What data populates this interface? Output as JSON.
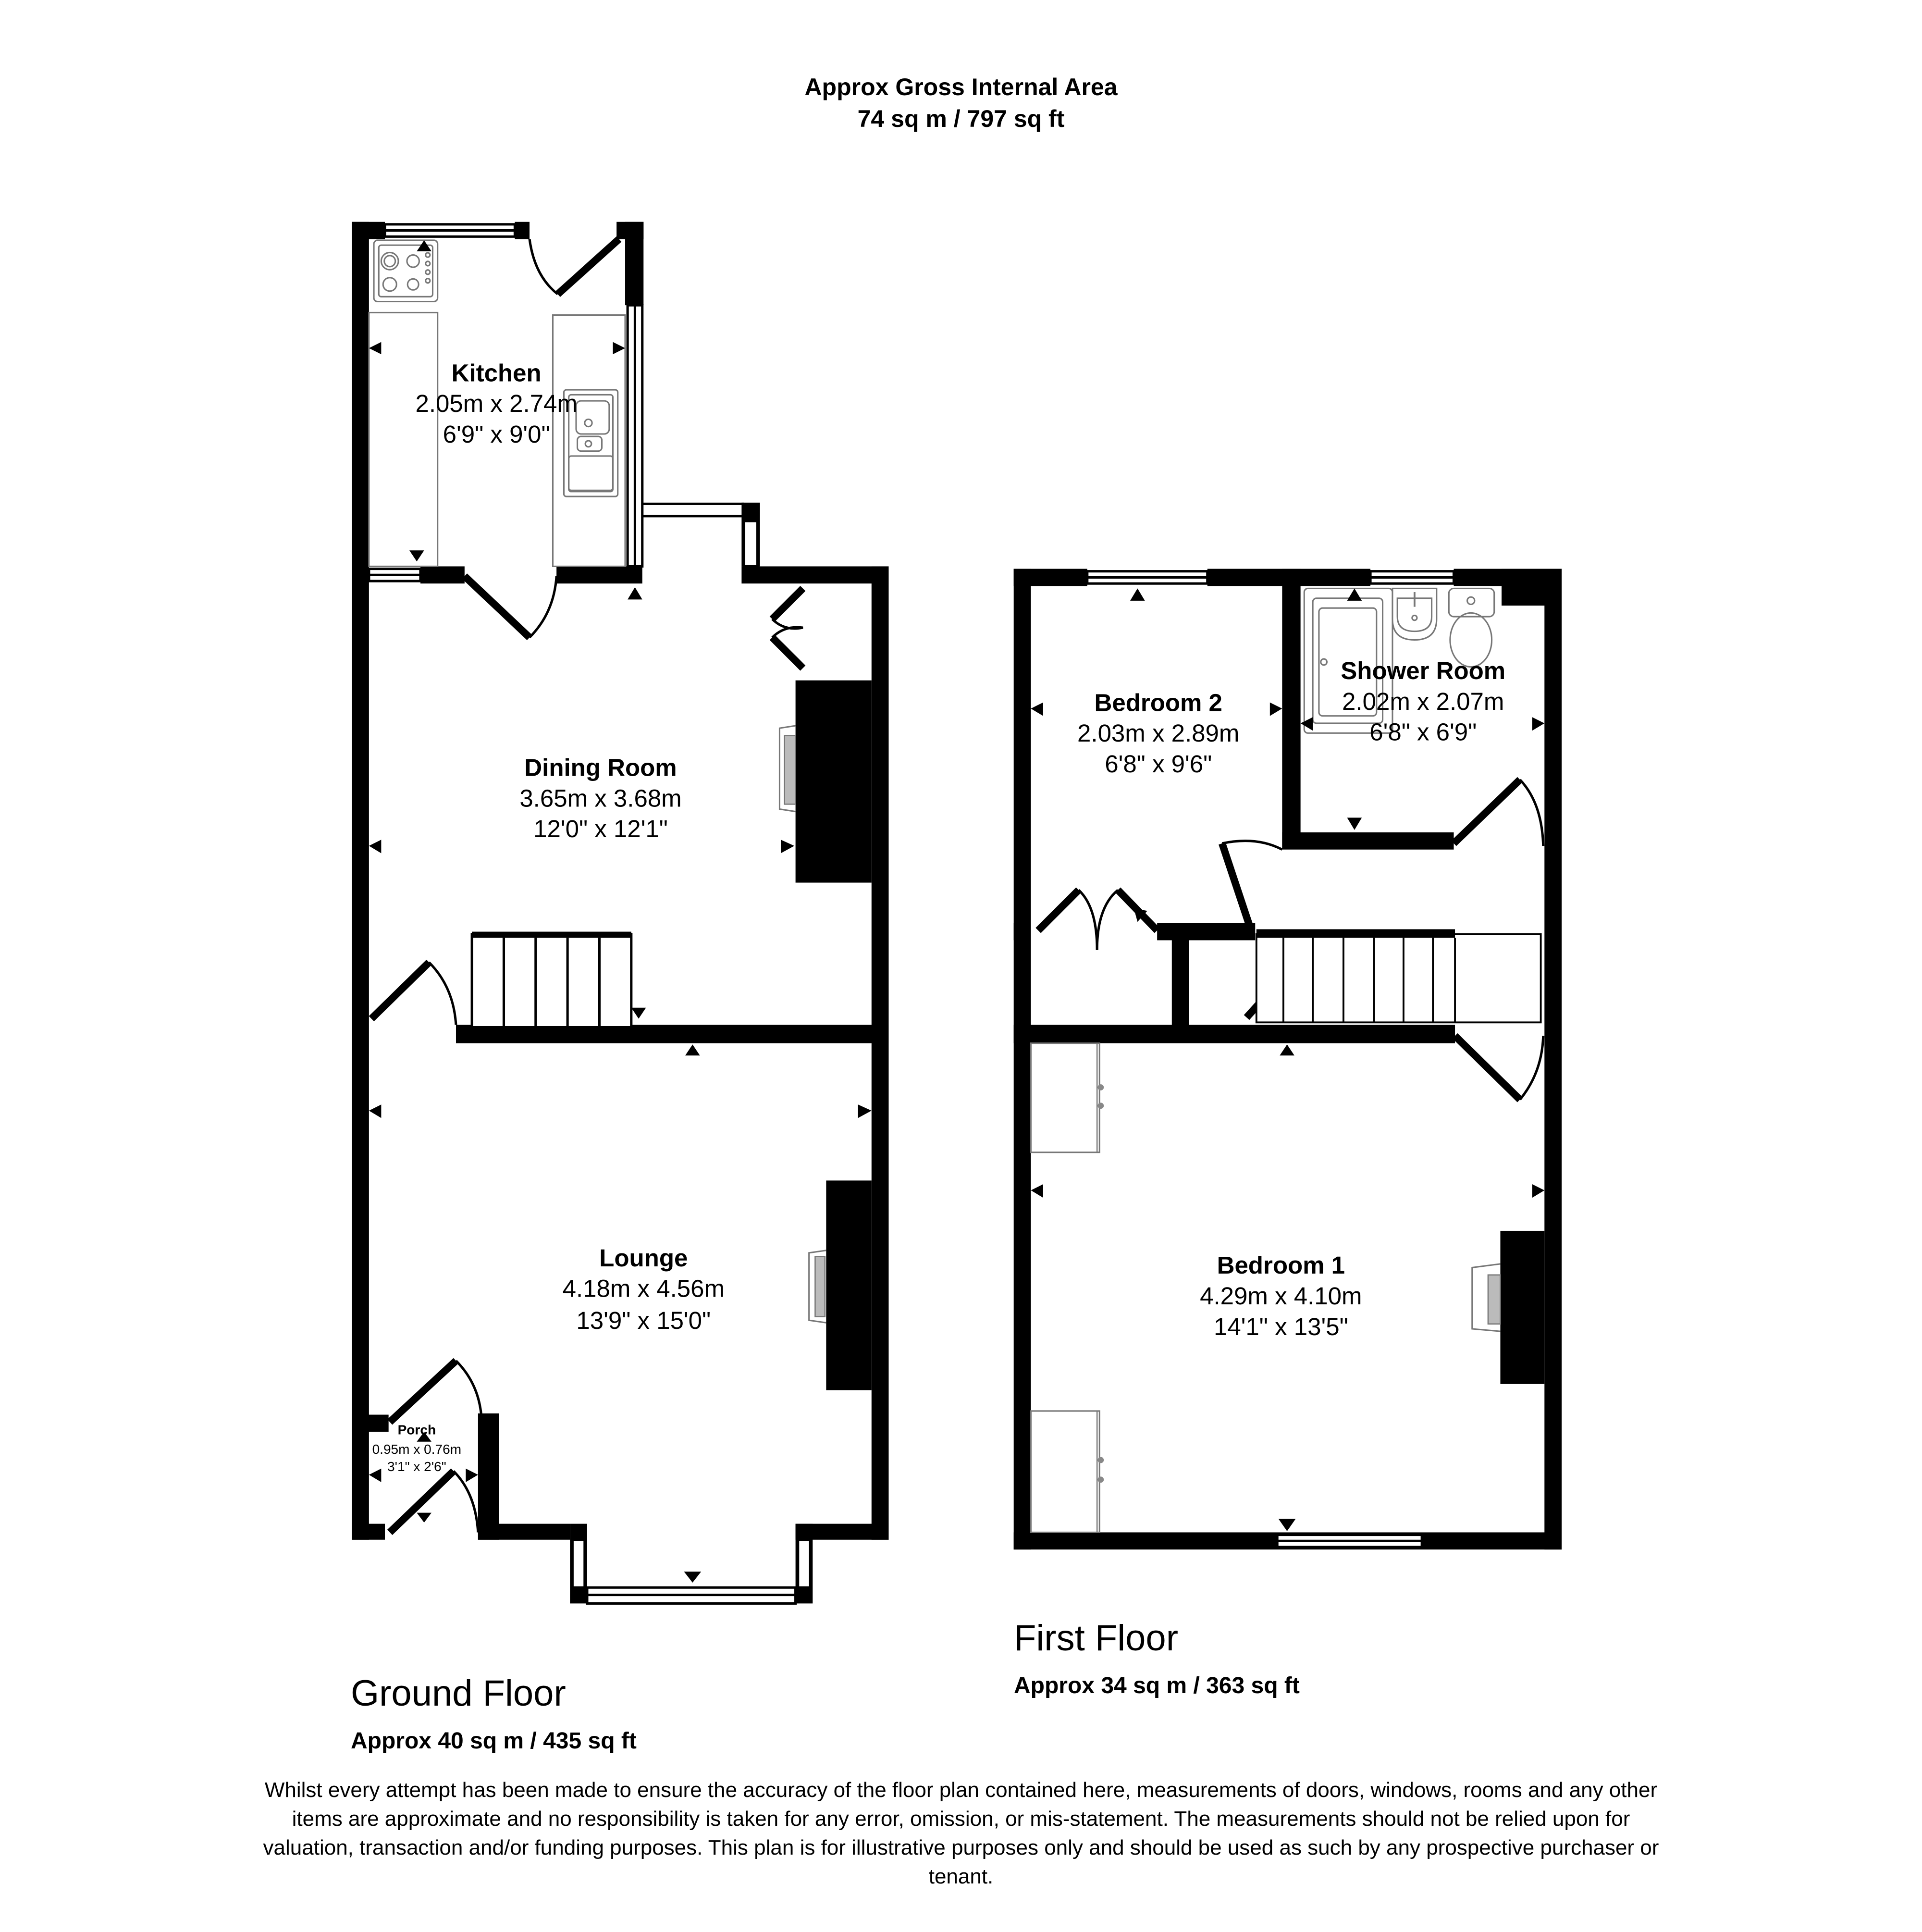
{
  "header": {
    "title": "Approx Gross Internal Area",
    "total_area": "74 sq m / 797 sq ft"
  },
  "floors": [
    {
      "name": "Ground Floor",
      "area": "Approx 40 sq m / 435 sq ft",
      "rooms": [
        {
          "name": "Kitchen",
          "metric": "2.05m x 2.74m",
          "imperial": "6'9\" x 9'0\""
        },
        {
          "name": "Dining Room",
          "metric": "3.65m x 3.68m",
          "imperial": "12'0\" x 12'1\""
        },
        {
          "name": "Lounge",
          "metric": "4.18m x 4.56m",
          "imperial": "13'9\" x 15'0\""
        },
        {
          "name": "Porch",
          "metric": "0.95m x 0.76m",
          "imperial": "3'1\" x 2'6\""
        }
      ]
    },
    {
      "name": "First Floor",
      "area": "Approx 34 sq m / 363 sq ft",
      "rooms": [
        {
          "name": "Bedroom 2",
          "metric": "2.03m x 2.89m",
          "imperial": "6'8\" x 9'6\""
        },
        {
          "name": "Shower Room",
          "metric": "2.02m x 2.07m",
          "imperial": "6'8\" x 6'9\""
        },
        {
          "name": "Bedroom 1",
          "metric": "4.29m x 4.10m",
          "imperial": "14'1\" x 13'5\""
        }
      ]
    }
  ],
  "disclaimer": "Whilst every attempt has been made to ensure the accuracy of the floor plan contained here, measurements of doors, windows, rooms and any other items are approximate and no responsibility is taken for any error, omission, or mis-statement. The measurements should not be relied upon for valuation, transaction and/or funding purposes. This plan is for illustrative purposes only and should be used as such by any prospective purchaser or tenant.",
  "colors": {
    "wall": "#000000",
    "fixture": "#777777",
    "hearth": "#bbbbbb",
    "background": "#ffffff"
  },
  "icons": [
    "dimension-arrow-icon",
    "hob-icon",
    "sink-icon",
    "shower-tray-icon",
    "basin-icon",
    "toilet-icon",
    "fireplace-icon",
    "staircase-icon",
    "door-swing-icon",
    "window-icon",
    "wardrobe-icon"
  ]
}
